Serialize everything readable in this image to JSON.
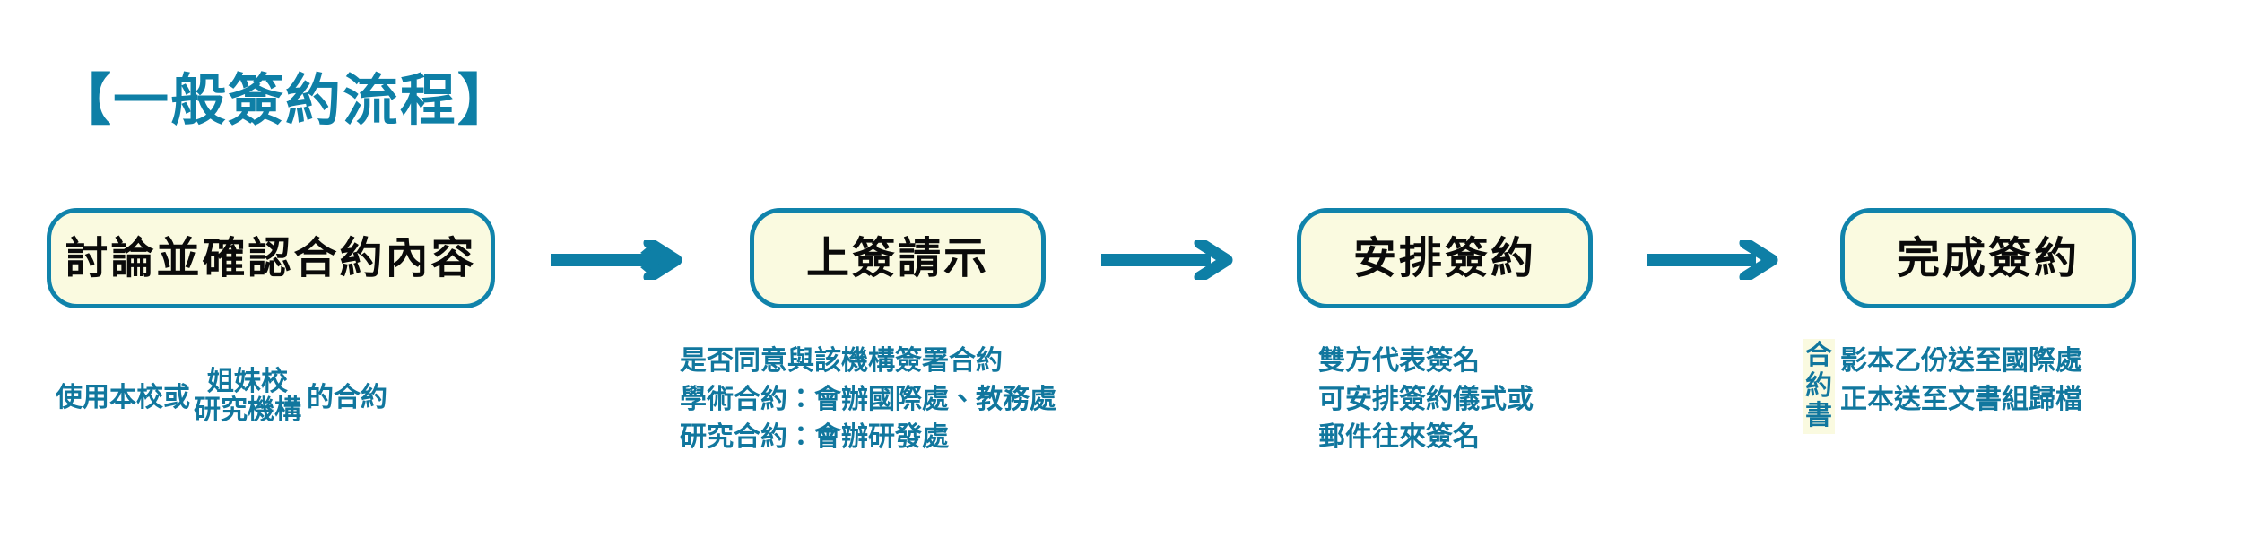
{
  "title": "【一般簽約流程】",
  "colors": {
    "accent_teal": "#0E7FA6",
    "border_teal": "#1083AB",
    "box_fill": "#FAFAE0",
    "caption_text": "#11779E",
    "node_text": "#0A0A0A",
    "background": "#FFFFFF"
  },
  "steps": [
    {
      "label": "討論並確認合約內容",
      "caption": {
        "type": "inline-stack",
        "prefix": "使用本校或",
        "stack_top": "姐妹校",
        "stack_bottom": "研究機構",
        "suffix": "的合約"
      }
    },
    {
      "label": "上簽請示",
      "caption": {
        "type": "lines",
        "lines": [
          "是否同意與該機構簽署合約",
          "學術合約：會辦國際處、教務處",
          "研究合約：會辦研發處"
        ]
      }
    },
    {
      "label": "安排簽約",
      "caption": {
        "type": "lines",
        "lines": [
          "雙方代表簽名",
          "可安排簽約儀式或",
          "郵件往來簽名"
        ]
      }
    },
    {
      "label": "完成簽約",
      "caption": {
        "type": "tagged-lines",
        "tag_chars": [
          "合",
          "約",
          "書"
        ],
        "lines": [
          "影本乙份送至國際處",
          "正本送至文書組歸檔"
        ]
      }
    }
  ],
  "arrows": [
    {
      "icon": "arrow-right-icon"
    },
    {
      "icon": "arrow-right-icon"
    },
    {
      "icon": "arrow-right-icon"
    }
  ]
}
